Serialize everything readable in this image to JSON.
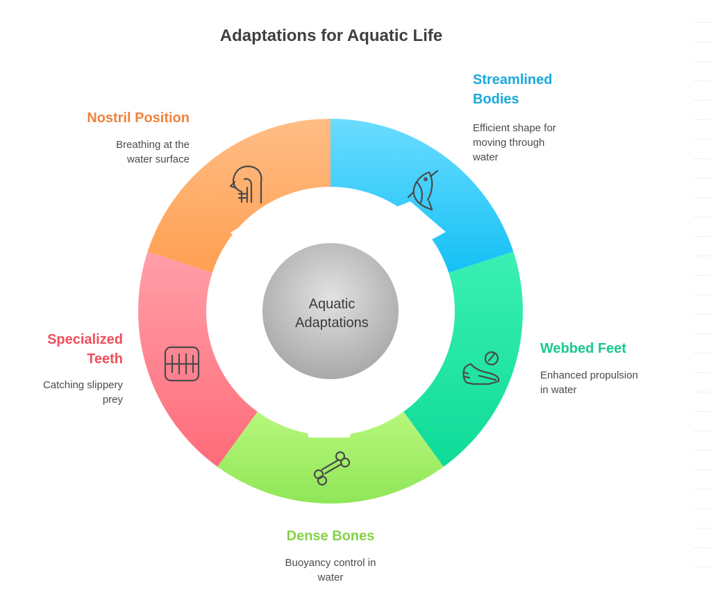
{
  "title": "Adaptations for Aquatic Life",
  "center": {
    "line1": "Aquatic",
    "line2": "Adaptations"
  },
  "segments": [
    {
      "key": "nostril",
      "heading_lines": [
        "Nostril Position"
      ],
      "desc_lines": [
        "Breathing at the",
        "water surface"
      ],
      "color": "#f0823a",
      "fill_light": "#ffbd85",
      "fill_dark": "#ff9f52",
      "icon": "head-nostril-icon"
    },
    {
      "key": "streamlined",
      "heading_lines": [
        "Streamlined",
        "Bodies"
      ],
      "desc_lines": [
        "Efficient shape for",
        "moving through",
        "water"
      ],
      "color": "#1aa9dc",
      "fill_light": "#6bdcff",
      "fill_dark": "#14c0f5",
      "icon": "fish-icon"
    },
    {
      "key": "webbed",
      "heading_lines": [
        "Webbed Feet"
      ],
      "desc_lines": [
        "Enhanced propulsion",
        "in water"
      ],
      "color": "#19c98a",
      "fill_light": "#3af0b2",
      "fill_dark": "#0fdb98",
      "icon": "webbed-foot-icon"
    },
    {
      "key": "bones",
      "heading_lines": [
        "Dense Bones"
      ],
      "desc_lines": [
        "Buoyancy control in",
        "water"
      ],
      "color": "#84d148",
      "fill_light": "#b8f77c",
      "fill_dark": "#8fe658",
      "icon": "bone-icon"
    },
    {
      "key": "teeth",
      "heading_lines": [
        "Specialized",
        "Teeth"
      ],
      "desc_lines": [
        "Catching slippery",
        "prey"
      ],
      "color": "#ef4f5d",
      "fill_light": "#ff9fa8",
      "fill_dark": "#ff6b79",
      "icon": "teeth-icon"
    }
  ]
}
